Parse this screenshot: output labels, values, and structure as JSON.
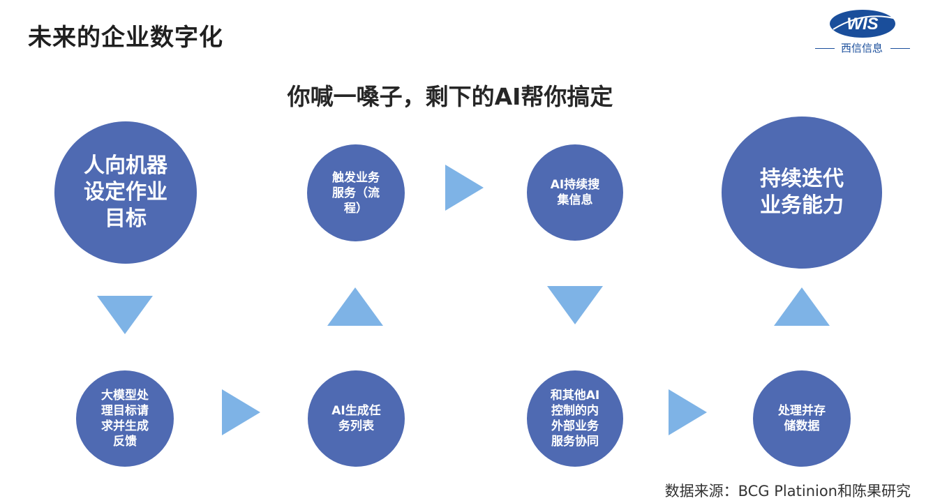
{
  "header": {
    "title": "未来的企业数字化",
    "logo_mark": "WIS",
    "logo_text": "西信信息"
  },
  "subtitle": "你喊一嗓子，剩下的AI帮你搞定",
  "nodes": [
    {
      "id": "n1",
      "label": "人向机器设定作业目标",
      "lines": [
        "人向机器",
        "设定作业",
        "目标"
      ]
    },
    {
      "id": "n2",
      "label": "大模型处理目标请求并生成反馈",
      "lines": [
        "大模型处",
        "理目标请",
        "求并生成",
        "反馈"
      ]
    },
    {
      "id": "n3",
      "label": "AI生成任务列表",
      "lines": [
        "AI生成任",
        "务列表"
      ]
    },
    {
      "id": "n4",
      "label": "触发业务服务（流程）",
      "lines": [
        "触发业务",
        "服务（流",
        "程）"
      ]
    },
    {
      "id": "n5",
      "label": "AI持续搜集信息",
      "lines": [
        "AI持续搜",
        "集信息"
      ]
    },
    {
      "id": "n6",
      "label": "和其他AI控制的内外部业务服务协同",
      "lines": [
        "和其他AI",
        "控制的内",
        "外部业务",
        "服务协同"
      ]
    },
    {
      "id": "n7",
      "label": "处理并存储数据",
      "lines": [
        "处理并存",
        "储数据"
      ]
    },
    {
      "id": "n8",
      "label": "持续迭代业务能力",
      "lines": [
        "持续迭代",
        "业务能力"
      ]
    }
  ],
  "arrow_color": "#7eb3e6",
  "circle_color": "#4f6ab2",
  "source": "数据来源：BCG Platinion和陈果研究"
}
